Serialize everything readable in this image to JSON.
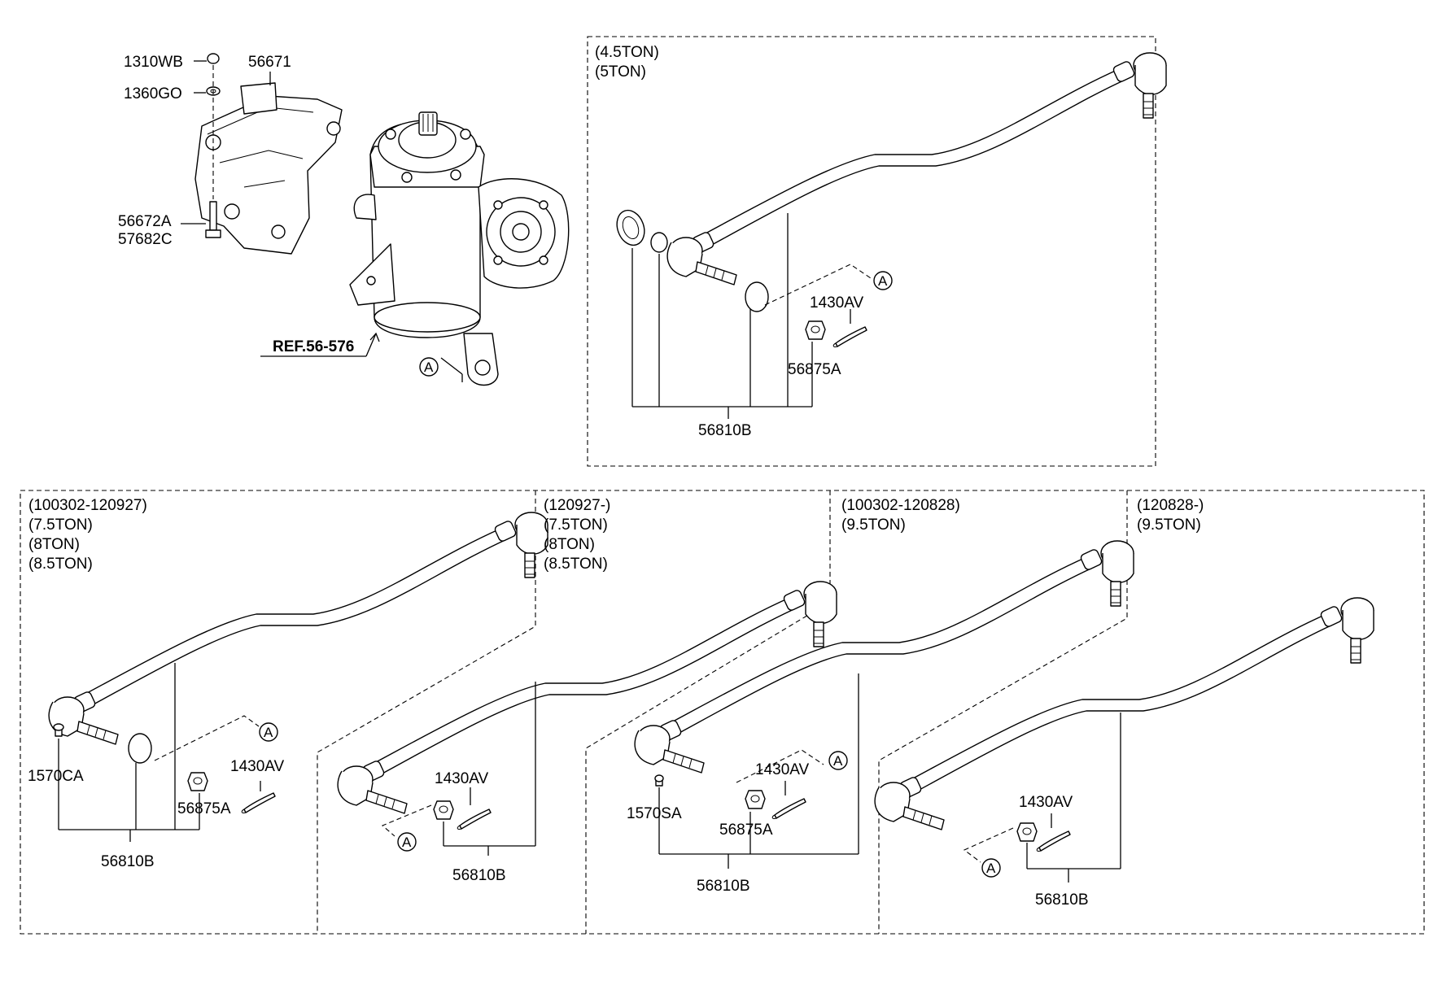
{
  "diagram": {
    "gearbox": {
      "labels": [
        "1310WB",
        "1360GO",
        "56671",
        "56672A",
        "57682C"
      ],
      "ref": "REF.56-576",
      "marker": "A"
    },
    "panel_top": {
      "variant": [
        "(4.5TON)",
        "(5TON)"
      ],
      "parts": {
        "cotter": "1430AV",
        "nut": "56875A",
        "assy": "56810B",
        "marker": "A"
      }
    },
    "panel_b1": {
      "variant": [
        "(100302-120927)",
        "(7.5TON)",
        "(8TON)",
        "(8.5TON)"
      ],
      "parts": {
        "fitting": "1570CA",
        "cotter": "1430AV",
        "nut": "56875A",
        "assy": "56810B",
        "marker": "A"
      }
    },
    "panel_b2": {
      "variant": [
        "(120927-)",
        "(7.5TON)",
        "(8TON)",
        "(8.5TON)"
      ],
      "parts": {
        "cotter": "1430AV",
        "assy": "56810B",
        "marker": "A"
      }
    },
    "panel_b3": {
      "variant": [
        "(100302-120828)",
        "(9.5TON)"
      ],
      "parts": {
        "fitting": "1570SA",
        "cotter": "1430AV",
        "nut": "56875A",
        "assy": "56810B",
        "marker": "A"
      }
    },
    "panel_b4": {
      "variant": [
        "(120828-)",
        "(9.5TON)"
      ],
      "parts": {
        "cotter": "1430AV",
        "assy": "56810B",
        "marker": "A"
      }
    }
  }
}
